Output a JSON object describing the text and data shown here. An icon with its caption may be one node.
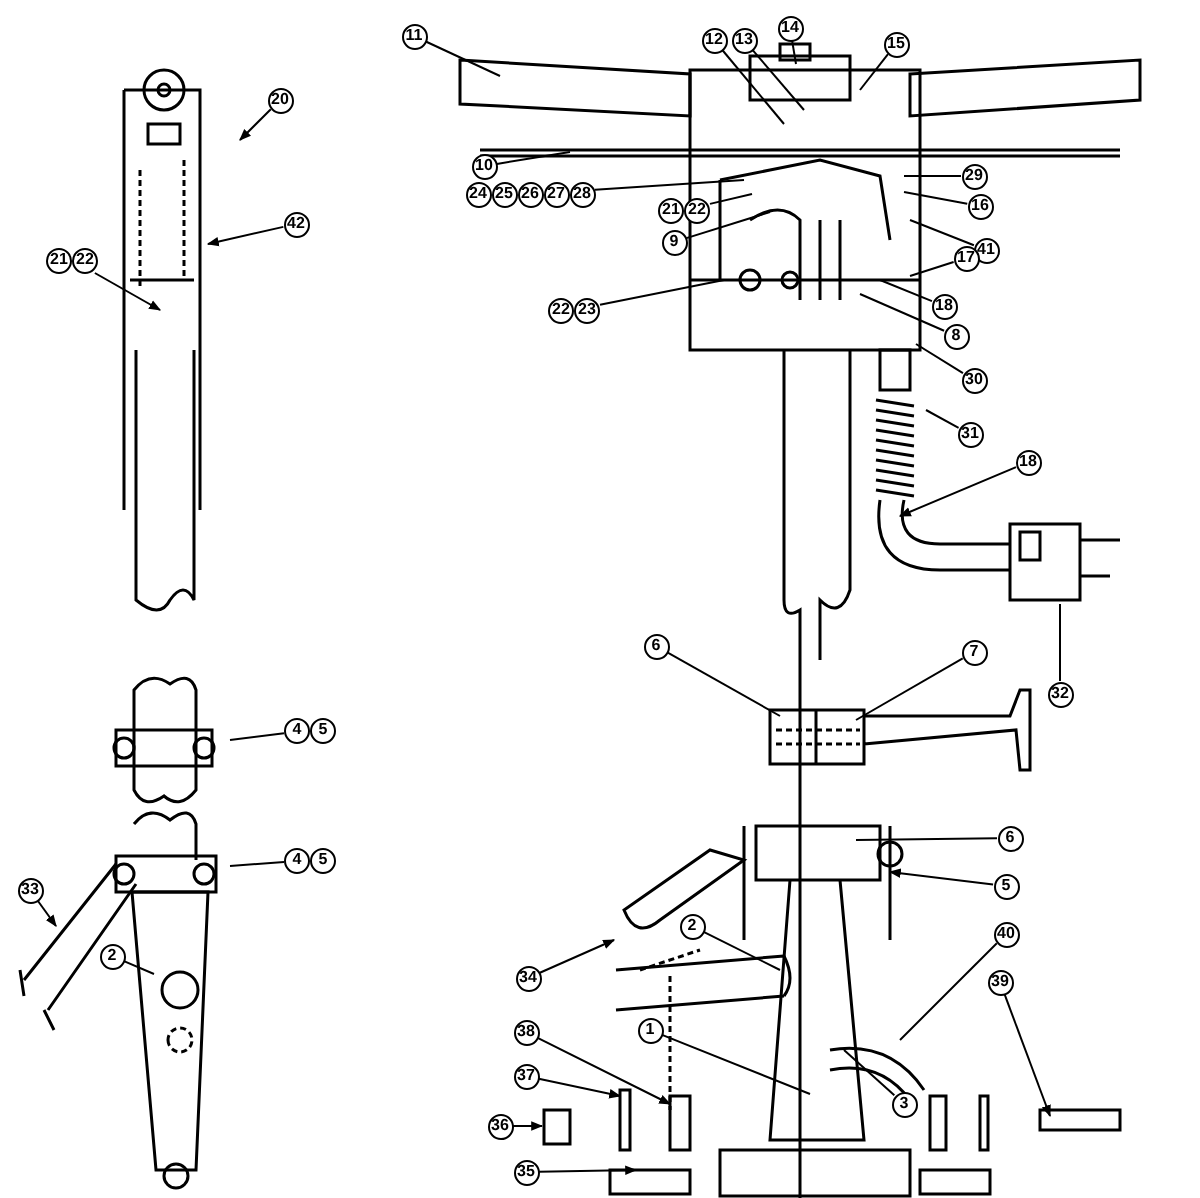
{
  "diagram": {
    "nodes": [
      {
        "text": [
          "20"
        ]
      },
      {
        "text": [
          "42"
        ]
      },
      {
        "text": [
          "21",
          "22"
        ]
      },
      {
        "text": [
          "4",
          "5"
        ]
      },
      {
        "text": [
          "4",
          "5"
        ]
      },
      {
        "text": [
          "33"
        ]
      },
      {
        "text": [
          "2"
        ]
      },
      {
        "text": [
          "11"
        ]
      },
      {
        "text": [
          "12"
        ]
      },
      {
        "text": [
          "13"
        ]
      },
      {
        "text": [
          "14"
        ]
      },
      {
        "text": [
          "15"
        ]
      },
      {
        "text": [
          "10"
        ]
      },
      {
        "text": [
          "24",
          "25",
          "26",
          "27",
          "28"
        ]
      },
      {
        "text": [
          "29"
        ]
      },
      {
        "text": [
          "21",
          "22"
        ]
      },
      {
        "text": [
          "16"
        ]
      },
      {
        "text": [
          "9"
        ]
      },
      {
        "text": [
          "41"
        ]
      },
      {
        "text": [
          "17"
        ]
      },
      {
        "text": [
          "18"
        ]
      },
      {
        "text": [
          "22",
          "23"
        ]
      },
      {
        "text": [
          "8"
        ]
      },
      {
        "text": [
          "30"
        ]
      },
      {
        "text": [
          "31"
        ]
      },
      {
        "text": [
          "18"
        ]
      },
      {
        "text": [
          "32"
        ]
      },
      {
        "text": [
          "6"
        ]
      },
      {
        "text": [
          "7"
        ]
      },
      {
        "text": [
          "6"
        ]
      },
      {
        "text": [
          "5"
        ]
      },
      {
        "text": [
          "40"
        ]
      },
      {
        "text": [
          "34"
        ]
      },
      {
        "text": [
          "2"
        ]
      },
      {
        "text": [
          "39"
        ]
      },
      {
        "text": [
          "1"
        ]
      },
      {
        "text": [
          "38"
        ]
      },
      {
        "text": [
          "3"
        ]
      },
      {
        "text": [
          "37"
        ]
      },
      {
        "text": [
          "36"
        ]
      },
      {
        "text": [
          "35"
        ]
      }
    ],
    "edges": [
      {
        "from": 0,
        "to": null,
        "arrow": "to"
      },
      {
        "from": 1,
        "to": null,
        "arrow": "to"
      },
      {
        "from": 2,
        "to": null,
        "arrow": "to"
      },
      {
        "from": 3,
        "to": null,
        "arrow": "none"
      },
      {
        "from": 4,
        "to": null,
        "arrow": "none"
      },
      {
        "from": 5,
        "to": null,
        "arrow": "to"
      },
      {
        "from": 6,
        "to": null,
        "arrow": "none"
      },
      {
        "from": 7,
        "to": null,
        "arrow": "none"
      },
      {
        "from": 8,
        "to": null,
        "arrow": "none"
      },
      {
        "from": 9,
        "to": null,
        "arrow": "none"
      },
      {
        "from": 10,
        "to": null,
        "arrow": "none"
      },
      {
        "from": 11,
        "to": null,
        "arrow": "none"
      },
      {
        "from": 12,
        "to": null,
        "arrow": "none"
      },
      {
        "from": 13,
        "to": null,
        "arrow": "none"
      },
      {
        "from": 14,
        "to": null,
        "arrow": "none"
      },
      {
        "from": 15,
        "to": null,
        "arrow": "none"
      },
      {
        "from": 16,
        "to": null,
        "arrow": "none"
      },
      {
        "from": 17,
        "to": null,
        "arrow": "none"
      },
      {
        "from": 18,
        "to": null,
        "arrow": "none"
      },
      {
        "from": 19,
        "to": null,
        "arrow": "none"
      },
      {
        "from": 20,
        "to": null,
        "arrow": "none"
      },
      {
        "from": 21,
        "to": null,
        "arrow": "none"
      },
      {
        "from": 22,
        "to": null,
        "arrow": "none"
      },
      {
        "from": 23,
        "to": null,
        "arrow": "none"
      },
      {
        "from": 24,
        "to": null,
        "arrow": "none"
      },
      {
        "from": 25,
        "to": null,
        "arrow": "to"
      },
      {
        "from": 26,
        "to": null,
        "arrow": "none"
      },
      {
        "from": 27,
        "to": null,
        "arrow": "none"
      },
      {
        "from": 28,
        "to": null,
        "arrow": "none"
      },
      {
        "from": 29,
        "to": null,
        "arrow": "none"
      },
      {
        "from": 30,
        "to": null,
        "arrow": "to"
      },
      {
        "from": 31,
        "to": null,
        "arrow": "none"
      },
      {
        "from": 32,
        "to": null,
        "arrow": "to"
      },
      {
        "from": 33,
        "to": null,
        "arrow": "none"
      },
      {
        "from": 34,
        "to": null,
        "arrow": "to"
      },
      {
        "from": 35,
        "to": null,
        "arrow": "none"
      },
      {
        "from": 36,
        "to": null,
        "arrow": "to"
      },
      {
        "from": 37,
        "to": null,
        "arrow": "none"
      },
      {
        "from": 38,
        "to": null,
        "arrow": "to"
      },
      {
        "from": 39,
        "to": null,
        "arrow": "to"
      },
      {
        "from": 40,
        "to": null,
        "arrow": "to"
      }
    ]
  }
}
